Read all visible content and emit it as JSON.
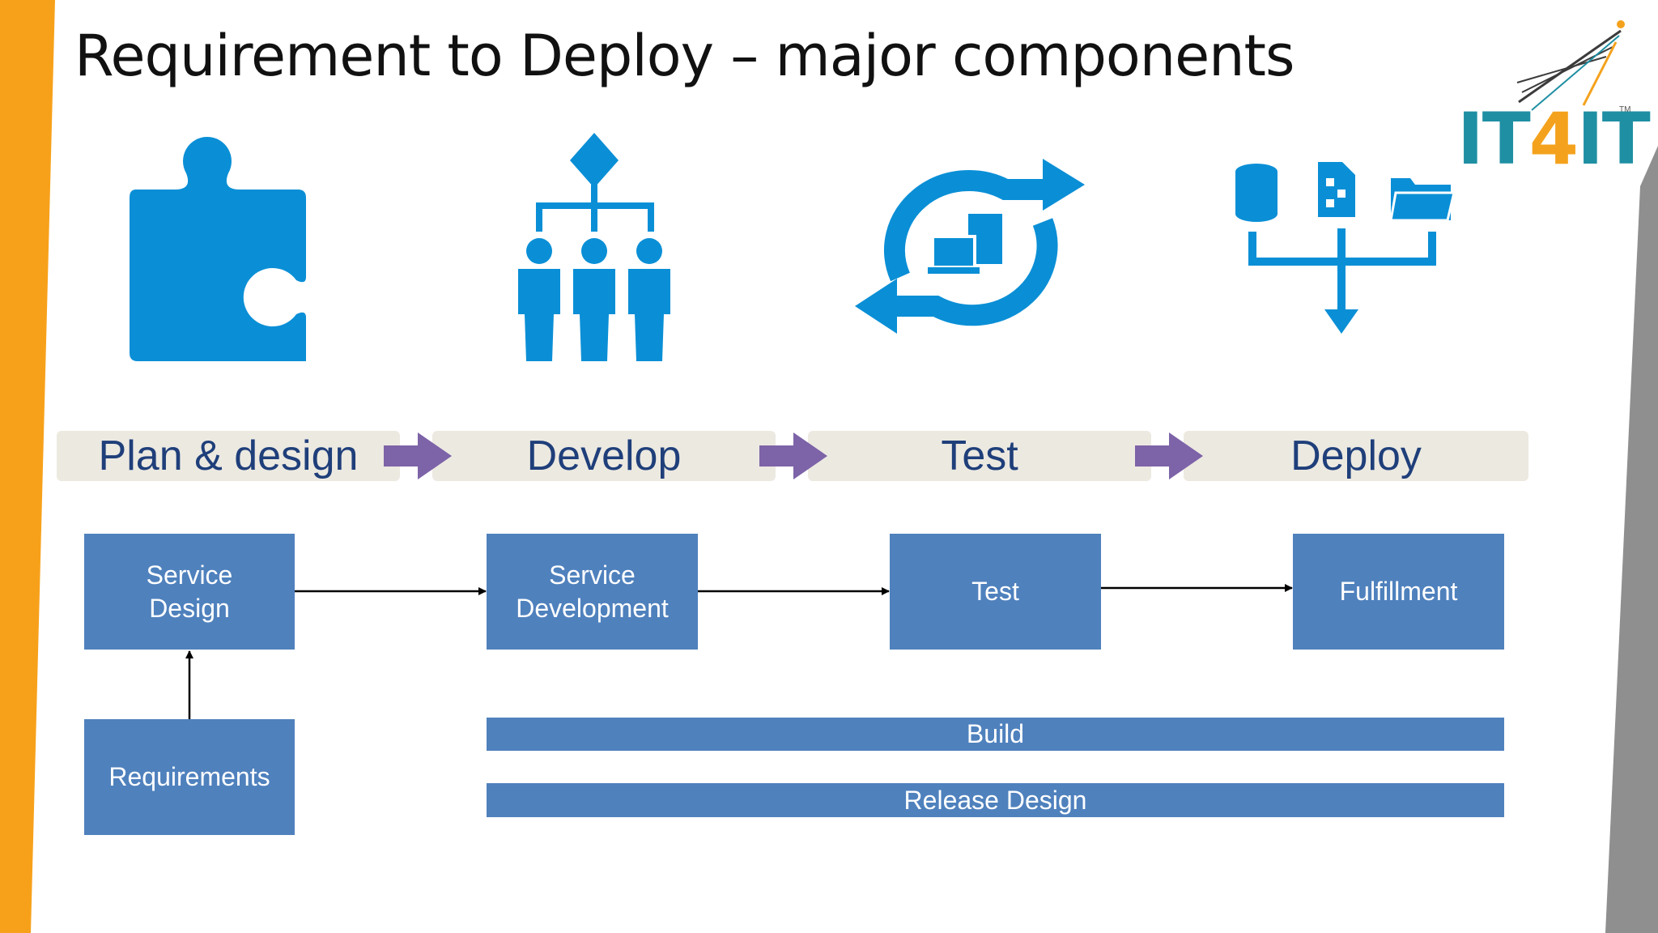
{
  "slide": {
    "title": "Requirement to Deploy – major components"
  },
  "logo": {
    "text_main": "IT",
    "text_four": "4",
    "text_end": "IT",
    "trademark": "TM"
  },
  "icons": [
    {
      "name": "puzzle-piece-icon"
    },
    {
      "name": "team-hierarchy-icon"
    },
    {
      "name": "cycle-computer-icon"
    },
    {
      "name": "data-merge-icon"
    }
  ],
  "phases": [
    {
      "label": "Plan & design"
    },
    {
      "label": "Develop"
    },
    {
      "label": "Test"
    },
    {
      "label": "Deploy"
    }
  ],
  "components": {
    "service_design": "Service\nDesign",
    "service_development": "Service\nDevelopment",
    "test": "Test",
    "fulfillment": "Fulfillment",
    "requirements": "Requirements"
  },
  "bars": {
    "build": "Build",
    "release_design": "Release Design"
  },
  "colors": {
    "accent_orange": "#f7a11a",
    "icon_blue": "#0a8fd6",
    "box_blue": "#4f81bd",
    "phase_bg": "#ece9e1",
    "phase_text": "#1f3f7a",
    "phase_arrow": "#7d63a8",
    "right_edge_gray": "#8f8f8f"
  }
}
